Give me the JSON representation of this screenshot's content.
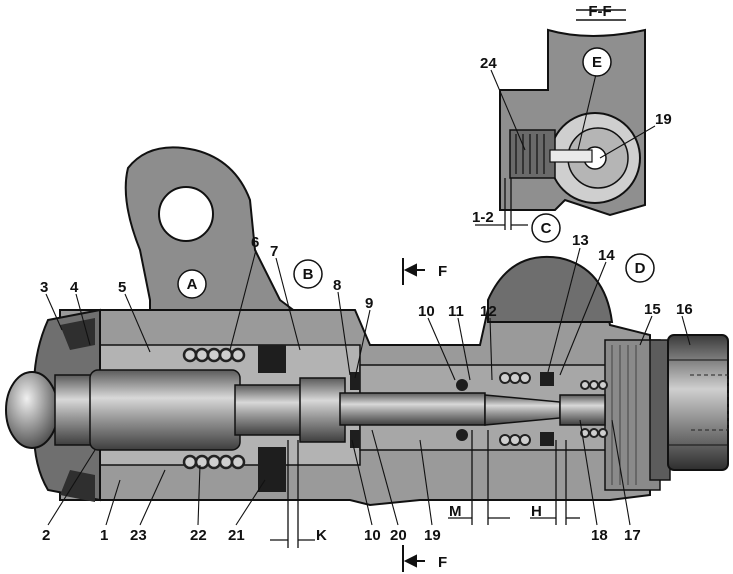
{
  "section": {
    "title": "F-F",
    "cut_mark": "F"
  },
  "circle_labels": {
    "a": "A",
    "b": "B",
    "c": "C",
    "d": "D",
    "e": "E"
  },
  "dim_labels": {
    "k": "K",
    "m": "M",
    "h": "H",
    "gap": "1-2"
  },
  "numbers": {
    "n1": "1",
    "n2": "2",
    "n3": "3",
    "n4": "4",
    "n5": "5",
    "n6": "6",
    "n7": "7",
    "n8": "8",
    "n9": "9",
    "n10a": "10",
    "n10b": "10",
    "n11": "11",
    "n12": "12",
    "n13": "13",
    "n14": "14",
    "n15": "15",
    "n16": "16",
    "n17": "17",
    "n18": "18",
    "n19": "19",
    "n19b": "19",
    "n20": "20",
    "n21": "21",
    "n22": "22",
    "n23": "23",
    "n24": "24"
  }
}
